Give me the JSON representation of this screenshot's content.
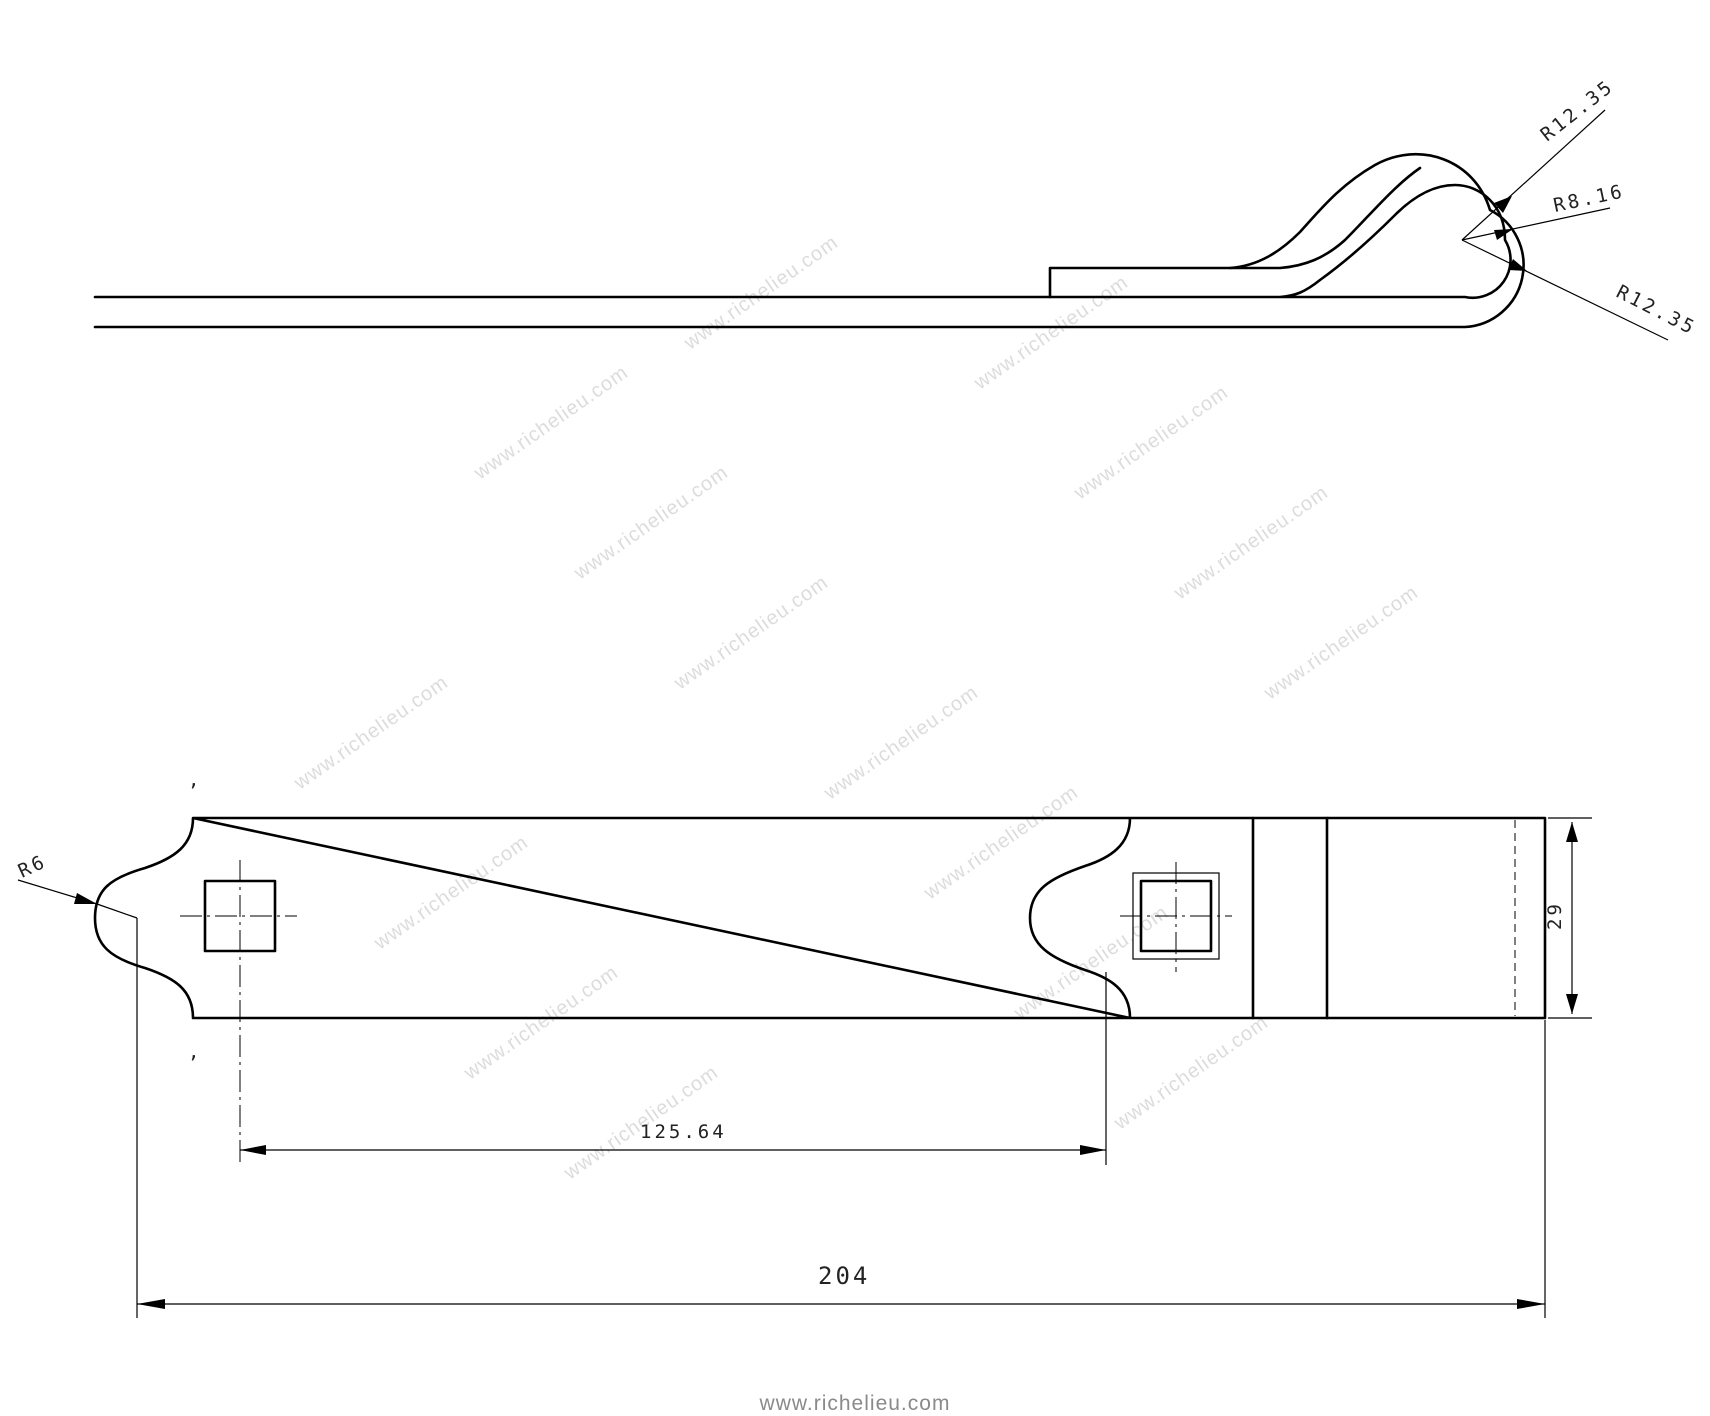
{
  "watermark_text": "www.richelieu.com",
  "footer_url": "www.richelieu.com",
  "side_view": {
    "radius_outer_top": "R12.35",
    "radius_inner": "R8.16",
    "radius_outer_bottom": "R12.35"
  },
  "plan_view": {
    "notch_radius": "R6",
    "width_dim": "29",
    "hole_spacing_dim": "125.64",
    "overall_length_dim": "204"
  }
}
